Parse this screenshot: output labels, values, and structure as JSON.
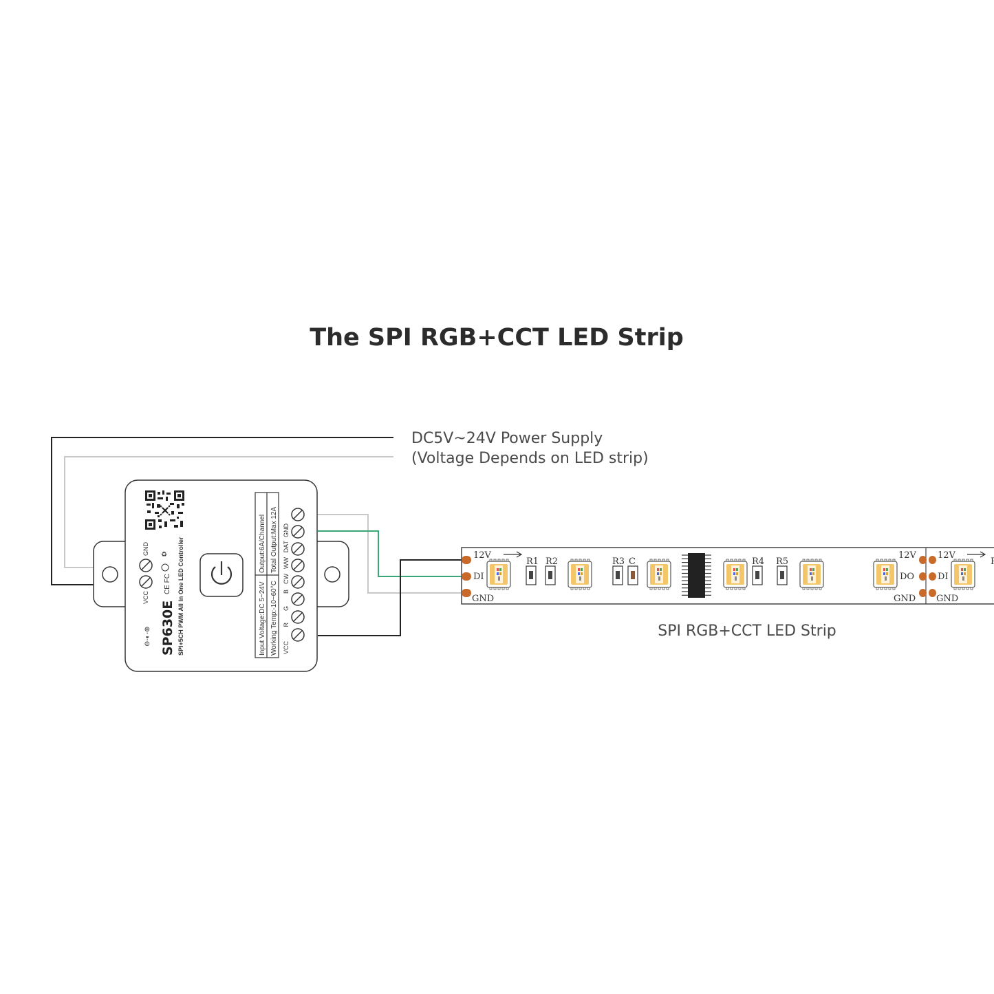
{
  "title": "The SPI RGB+CCT LED Strip",
  "power_supply": {
    "line1": "DC5V~24V Power Supply",
    "line2": "(Voltage Depends on LED strip)"
  },
  "controller": {
    "model": "SP630E",
    "subtitle": "SPI+5CH PWM All In One LED Controller",
    "specs": [
      "Input Voltage:DC 5~24V",
      "Output:6A/Channel",
      "Working Temp:-10~60°C",
      "Total Output:Max 12A"
    ],
    "output_terminals": [
      "GND",
      "DAT",
      "WW",
      "CW",
      "B",
      "G",
      "R",
      "VCC"
    ],
    "power_terminals": [
      "GND",
      "VCC"
    ],
    "certifications": "CE FC",
    "polarity": "⊖-◐-⊕"
  },
  "strip": {
    "caption": "SPI RGB+CCT LED Strip",
    "pads_left": [
      "12V",
      "DI",
      "GND"
    ],
    "pads_right": [
      "12V",
      "DO",
      "GND"
    ],
    "pads_next": [
      "12V",
      "DI",
      "GND"
    ],
    "components": [
      "R1",
      "R2",
      "R3",
      "C",
      "R4",
      "R5"
    ],
    "next_partial": "R"
  },
  "colors": {
    "wire_black": "#222222",
    "wire_gray": "#c8c8c8",
    "wire_green": "#3aa876",
    "pad": "#c76a2a",
    "led_yellow": "#f3c66a"
  }
}
